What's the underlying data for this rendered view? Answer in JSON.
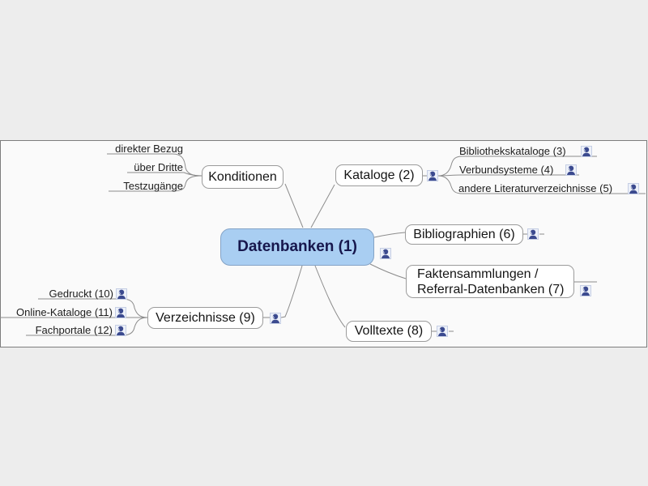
{
  "colors": {
    "page-bg": "#ededed",
    "panel-bg": "#fafafa",
    "panel-border": "#7d7d7d",
    "bubble-border": "#9b9b9b",
    "edge": "#8c8c8c",
    "root-fill": "#a9cef2",
    "root-border": "#84a3c6",
    "root-text": "#17174d"
  },
  "icons": {
    "node_icon": "person-bust"
  },
  "mindmap": {
    "root": {
      "label": "Datenbanken (1)"
    },
    "branches": {
      "konditionen": {
        "label": "Konditionen",
        "children": {
          "direkter_bezug": {
            "label": "direkter Bezug"
          },
          "ueber_dritte": {
            "label": "über Dritte"
          },
          "testzugaenge": {
            "label": "Testzugänge"
          }
        }
      },
      "kataloge": {
        "label": "Kataloge (2)",
        "children": {
          "bibliothekskataloge": {
            "label": "Bibliothekskataloge (3)"
          },
          "verbundsysteme": {
            "label": "Verbundsysteme (4)"
          },
          "andere_literaturverzeichnisse": {
            "label": "andere Literaturverzeichnisse (5)"
          }
        }
      },
      "bibliographien": {
        "label": "Bibliographien (6)"
      },
      "faktensammlungen": {
        "label_line1": "Faktensammlungen /",
        "label_line2": "Referral-Datenbanken (7)"
      },
      "volltexte": {
        "label": "Volltexte (8)"
      },
      "verzeichnisse": {
        "label": "Verzeichnisse (9)",
        "children": {
          "gedruckt": {
            "label": "Gedruckt (10)"
          },
          "online_kataloge": {
            "label": "Online-Kataloge (11)"
          },
          "fachportale": {
            "label": "Fachportale (12)"
          }
        }
      }
    }
  }
}
